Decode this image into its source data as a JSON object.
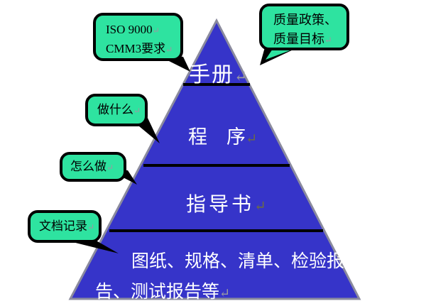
{
  "marks": {
    "return": "↵"
  },
  "colors": {
    "pyramid_fill": "#3634c9",
    "pyramid_border": "#8b8b9e",
    "divider_line": "#000000",
    "callout_fill": "#2ee3a0",
    "callout_border": "#000000",
    "pyramid_text": "#ffffff",
    "callout_text": "#000000",
    "return_mark_gray": "#9a9aa0",
    "return_mark_olive": "#6b6b45"
  },
  "pyramid": {
    "level1_label": "手册",
    "level2_label": "程　序",
    "level3_label": "指导书",
    "level4_line1": "图纸、规格、清单、检验报",
    "level4_line2": "告、测试报告等"
  },
  "callouts": {
    "iso": {
      "line1": "ISO 9000",
      "line2": "CMM3要求"
    },
    "policy": {
      "line1": "质量政策、",
      "line2": "质量目标"
    },
    "what": {
      "label": "做什么"
    },
    "how": {
      "label": "怎么做"
    },
    "docs": {
      "label": "文档记录"
    }
  }
}
